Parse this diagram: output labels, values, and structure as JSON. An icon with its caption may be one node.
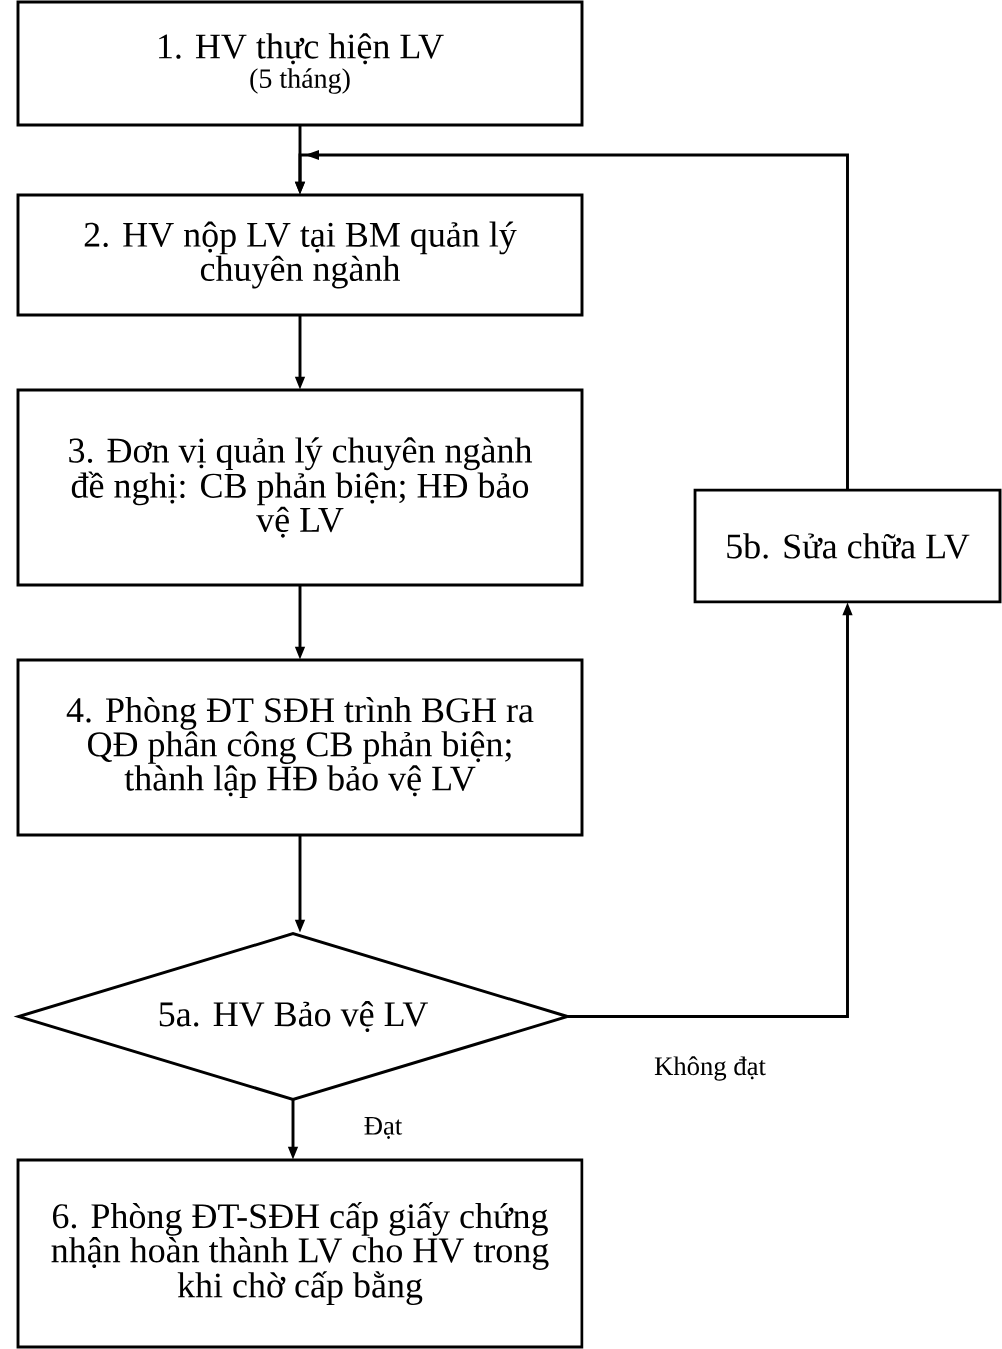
{
  "diagram": {
    "nodes": [
      {
        "text": [
          "1. HV thực hiện LV",
          "(5 tháng)"
        ]
      },
      {
        "text": [
          "2. HV nộp LV tại BM quản lý chuyên ngành"
        ]
      },
      {
        "text": [
          "3. Đơn vị quản lý chuyên ngành đề nghị: CB phản biện; HĐ bảo vệ LV"
        ]
      },
      {
        "text": [
          "4. Phòng ĐT SĐH trình BGH ra QĐ phân công CB phản biện; thành lập HĐ bảo vệ LV"
        ]
      },
      {
        "text": [
          "5a. HV Bảo vệ LV"
        ]
      },
      {
        "text": [
          "5b. Sửa chữa LV"
        ]
      },
      {
        "text": [
          "6. Phòng ĐT-SĐH cấp giấy chứng nhận hoàn thành LV cho HV trong khi chờ cấp bằng"
        ]
      }
    ],
    "edges": [
      {
        "from": 0,
        "to": 1,
        "arrow": "to"
      },
      {
        "from": 1,
        "to": 2,
        "arrow": "to"
      },
      {
        "from": 2,
        "to": 3,
        "arrow": "to"
      },
      {
        "from": 3,
        "to": 4,
        "arrow": "to"
      },
      {
        "from": 4,
        "to": 6,
        "arrow": "to",
        "label": "Đạt"
      },
      {
        "from": 4,
        "to": 5,
        "arrow": "to",
        "label": "Không đạt"
      },
      {
        "from": 5,
        "to": 1,
        "arrow": "to"
      }
    ]
  }
}
